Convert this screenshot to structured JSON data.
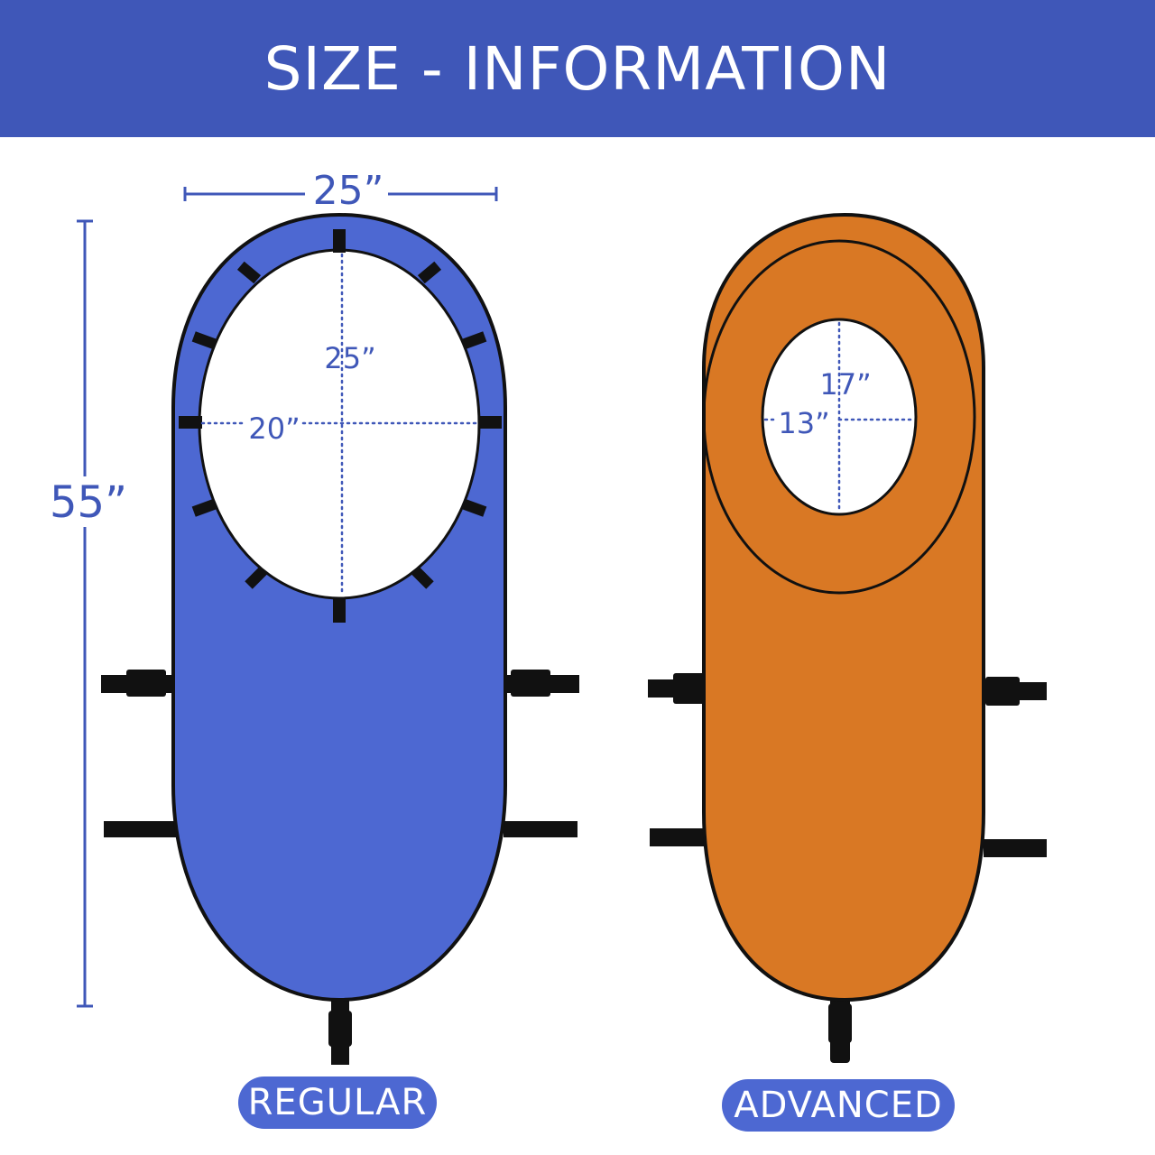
{
  "header": {
    "title": "SIZE - INFORMATION"
  },
  "colors": {
    "header_bg": "#3f57b8",
    "regular_fill": "#4d68d2",
    "advanced_fill": "#d97824",
    "dimension_color": "#3f57b8",
    "strap_color": "#111111"
  },
  "regular": {
    "label": "REGULAR",
    "total_width": "25”",
    "total_length": "55”",
    "hole_height": "25”",
    "hole_width": "20”"
  },
  "advanced": {
    "label": "ADVANCED",
    "hole_height": "17”",
    "hole_width": "13”"
  }
}
